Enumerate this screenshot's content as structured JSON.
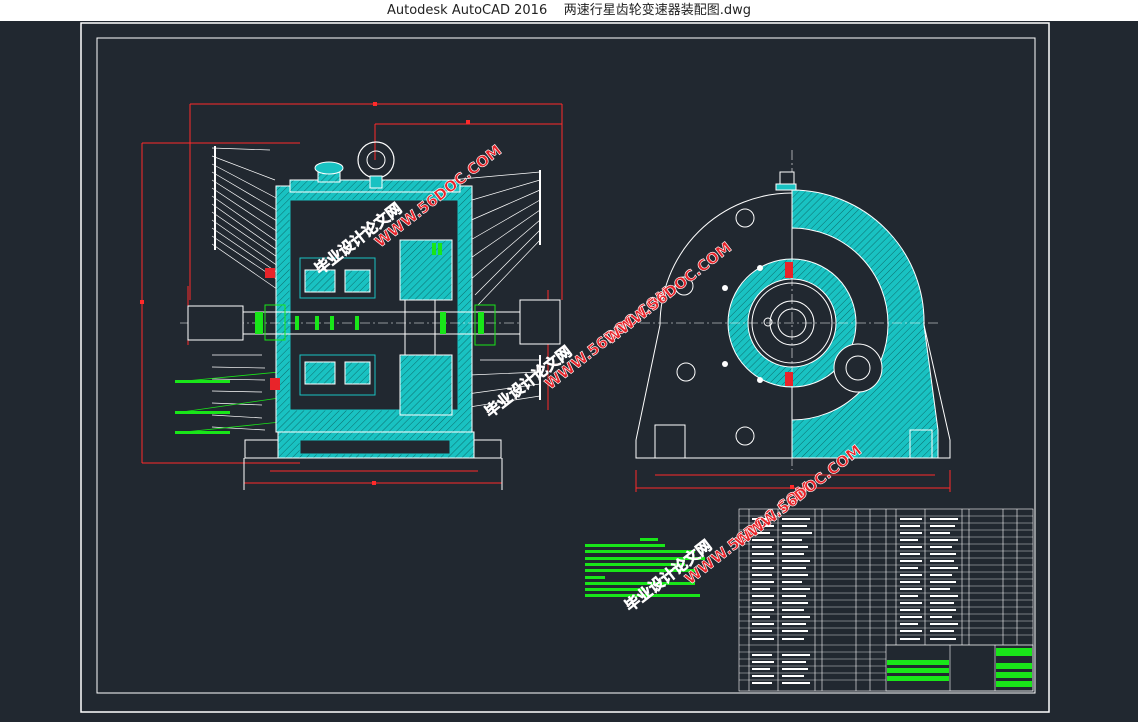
{
  "window": {
    "app_title": "Autodesk AutoCAD 2016",
    "file_name": "两速行星齿轮变速器装配图.dwg"
  },
  "colors": {
    "background": "#212830",
    "frame": "#ffffff",
    "section_fill": "#19c2c2",
    "dimension": "#ff2a2a",
    "green_text": "#19e619",
    "watermark": "#e8242a"
  },
  "watermarks": [
    {
      "text": "WWW.56DOC.COM"
    },
    {
      "text": "毕业设计论文网"
    }
  ],
  "title_block": {
    "drawing_name": "两速行星齿轮变速器装配图"
  }
}
